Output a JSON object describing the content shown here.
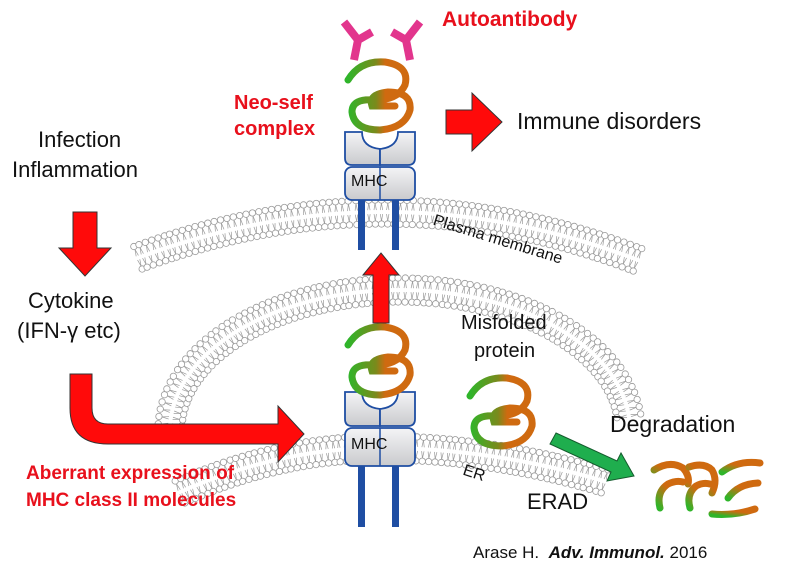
{
  "labels": {
    "autoantibody": "Autoantibody",
    "neo_self_line1": "Neo-self",
    "neo_self_line2": "complex",
    "immune_disorders": "Immune disorders",
    "infection": "Infection",
    "inflammation": "Inflammation",
    "cytokine": "Cytokine",
    "ifn": "(IFN-γ etc)",
    "mhc_top": "MHC",
    "mhc_er": "MHC",
    "plasma_membrane": "Plasma membrane",
    "misfolded_line1": "Misfolded",
    "misfolded_line2": "protein",
    "degradation": "Degradation",
    "er": "ER",
    "erad": "ERAD",
    "aberrant_line1": "Aberrant expression of",
    "aberrant_line2": "MHC class II molecules"
  },
  "citation": {
    "author": "Arase H.",
    "journal": "Adv. Immunol.",
    "year": "2016"
  },
  "colors": {
    "highlight_red": "#e8101c",
    "arrow_red": "#ff0a0a",
    "arrow_green": "#1fae4e",
    "mhc_blue": "#1f4ea3",
    "antibody_pink": "#e2358d",
    "protein_green": "#2fb52a",
    "protein_orange": "#cf6a10"
  }
}
